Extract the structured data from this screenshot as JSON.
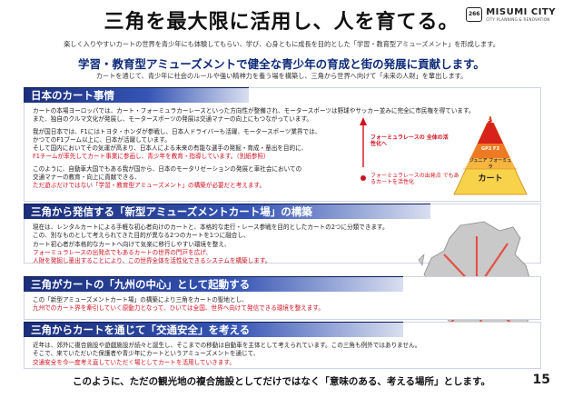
{
  "page": {
    "title": "三角を最大限に活用し、人を育てる。",
    "logo": {
      "mark": "266",
      "name": "MISUMI CITY",
      "sub": "CITY PLANNING & RENOVATION"
    },
    "intro1": "楽しく入りやすいカートの世界を青少年にも体験してもらい、学び、心身ともに成長を目的とした「学習・教育型アミューズメント」を形成します。",
    "headline": "学習・教育型アミューズメントで健全な青少年の育成と街の発展に貢献します。",
    "intro2": "カートを通じて、青少年に社会のルールや強い精神力を養う場を構築し、三角から世界へ向けて「未来の人財」を輩出します。",
    "footer": "このように、ただの観光地の複合施設としてだけではなく「意味のある、考える場所」とします。",
    "page_number": "15"
  },
  "sections": [
    {
      "heading": "日本のカート事情",
      "lines": [
        "カートの本場ヨーロッパでは、カート・フォーミュラカーレースといった方向性が整備され、モータースポーツは野球やサッカー並みに完全に市民権を得ています。",
        "また、独自のクルマ文化が発展し、モータースポーツの発展は交通マナーの向上にもつながっています。",
        "我が国日本では、F1にはトヨタ・ホンダが参戦し、日本人ドライバーも活躍、モータースポーツ業界では、",
        "かつてのF1ブーム以上に、日本が活躍しています。",
        "そして国内においてその気運が高まり、日本人による未来の有能な選手の発掘・育成・輩出を目的に、",
        "F1チームが率先してカート事業に参画し、青少年を教育・指導しています。（別紙参照）",
        "このように、自動車大国でもある我が国から、日本のモータリゼーションの発展と車社会においての",
        "交通マナーの教育・向上に貢献できる、",
        "ただ遊ぶだけではない「学習・教育型アミューズメント」の構築が必要だと考えます。"
      ],
      "pyramid": {
        "top": "F1",
        "mid1": "GP2 F3",
        "mid2": "ジュニア フォーミュラ",
        "base": "カート",
        "arrow_label": "フォーミュラレースの 全体の活性化へ",
        "dot_label": "フォーミュラレースの出発点 でもあるカートを活性化"
      }
    },
    {
      "heading": "三角から発信する「新型アミューズメントカート場」の構築",
      "lines": [
        "現在は、レンタルカートによる手軽な初心者向けのカートと、本格的な走行・レース参戦を目的としたカートの2つに分類できます。",
        "この、別なものとして考えられてきた目的が異なる2つのカートを1つに融合し、",
        "カート初心者が本格的なカートへ向けて気楽に移行しやすい環境を整え、",
        "フォーミュラレースの出発点でもあるカートの世界の門戸を広げ、",
        "人財を発掘し輩出することにより、この世界全体を活性化できるシステムを構築します。"
      ]
    },
    {
      "heading": "三角がカートの「九州の中心」として起動する",
      "lines": [
        "この「新型アミューズメントカート場」の構築により三角をカートの聖地とし、",
        "九州でのカート界を牽引していく原動力となって、ひいては全国、世界へ向けて発信できる環境を整えます。"
      ]
    },
    {
      "heading": "三角からカートを通じて「交通安全」を考える",
      "lines": [
        "近年は、郊外に複合施設や遊戯施設が続々と誕生し、そこまでの移動は自動車を主体として考えられています。この三角も例外ではありません。",
        "そこで、来ていただいた保護者や青少年にカートというアミューズメントを通じて、",
        "交通安全を今一度考え直していただく場としてカートを活用していきます。"
      ]
    }
  ],
  "colors": {
    "navy": "#1b2e7a",
    "red": "#d0101e",
    "accent_blue": "#0d2a7a"
  }
}
